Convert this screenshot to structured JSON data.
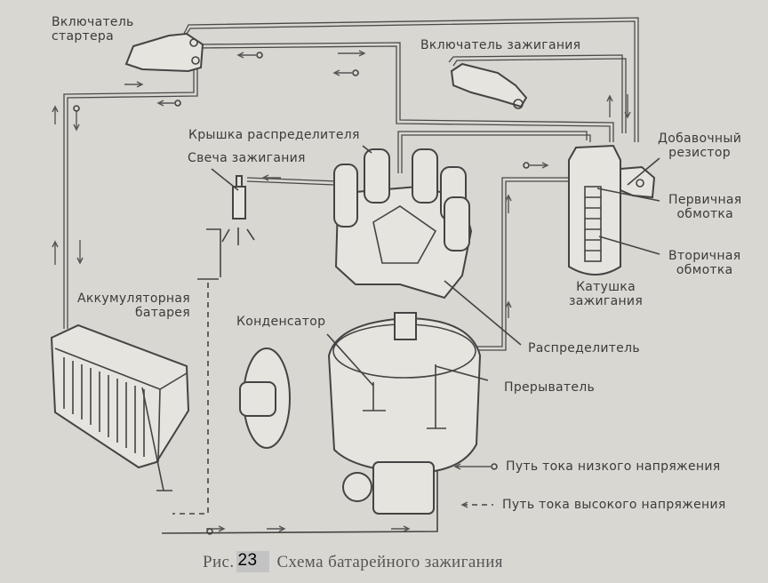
{
  "figure": {
    "caption_prefix": "Рис.",
    "figure_number": "23",
    "caption_title": "Схема батарейного зажигания"
  },
  "labels": {
    "starter_switch_line1": "Включатель",
    "starter_switch_line2": "стартера",
    "ignition_switch": "Включатель зажигания",
    "distributor_cap": "Крышка распределителя",
    "spark_plug": "Свеча зажигания",
    "extra_resistor_line1": "Добавочный",
    "extra_resistor_line2": "резистор",
    "primary_winding_line1": "Первичная",
    "primary_winding_line2": "обмотка",
    "secondary_winding_line1": "Вторичная",
    "secondary_winding_line2": "обмотка",
    "coil_line1": "Катушка",
    "coil_line2": "зажигания",
    "battery_line1": "Аккумуляторная",
    "battery_line2": "батарея",
    "condenser": "Конденсатор",
    "distributor": "Распределитель",
    "breaker": "Прерыватель"
  },
  "legend": [
    {
      "symbol": "solid-arrow-with-circle",
      "label": "Путь тока низкого напряжения"
    },
    {
      "symbol": "dashed-arrow",
      "label": "Путь тока высокого напряжения"
    }
  ]
}
